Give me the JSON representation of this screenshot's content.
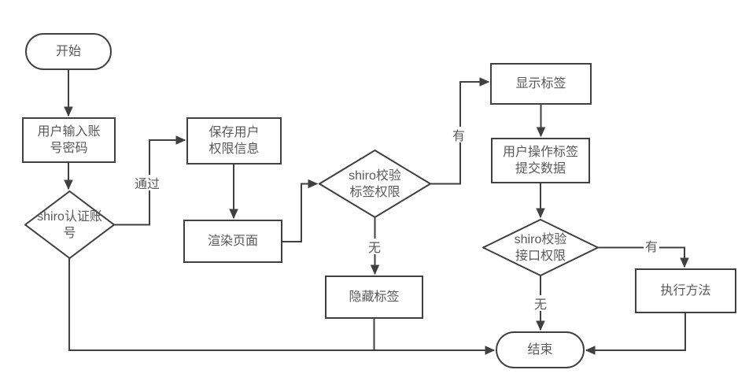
{
  "colors": {
    "stroke": "#404040",
    "text": "#595959",
    "background": "#ffffff"
  },
  "nodes": {
    "start": {
      "label": "开始",
      "shape": "stadium"
    },
    "input_credentials": {
      "label": "用户输入账\n号密码",
      "shape": "rect"
    },
    "auth_account": {
      "label": "shiro认证账\n号",
      "shape": "diamond"
    },
    "save_permissions": {
      "label": "保存用户\n权限信息",
      "shape": "rect"
    },
    "render_page": {
      "label": "渲染页面",
      "shape": "rect"
    },
    "check_tag_permission": {
      "label": "shiro校验\n标签权限",
      "shape": "diamond"
    },
    "hide_tag": {
      "label": "隐藏标签",
      "shape": "rect"
    },
    "show_tag": {
      "label": "显示标签",
      "shape": "rect"
    },
    "operate_tag": {
      "label": "用户操作标签\n提交数据",
      "shape": "rect"
    },
    "check_api_permission": {
      "label": "shiro校验\n接口权限",
      "shape": "diamond"
    },
    "execute_method": {
      "label": "执行方法",
      "shape": "rect"
    },
    "end": {
      "label": "结束",
      "shape": "stadium"
    }
  },
  "edge_labels": {
    "auth_pass": "通过",
    "tag_has": "有",
    "tag_none": "无",
    "api_has": "有",
    "api_none": "无"
  }
}
